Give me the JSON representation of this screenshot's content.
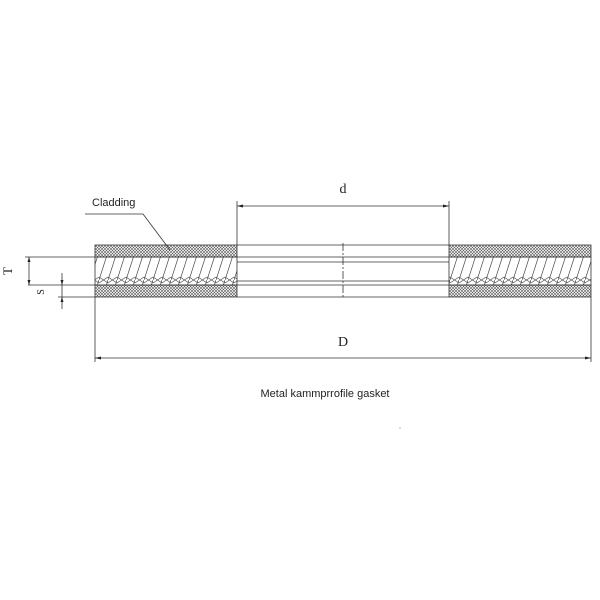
{
  "labels": {
    "cladding": "Cladding",
    "inner_diameter": "d",
    "outer_diameter": "D",
    "thickness": "T",
    "cladding_thickness": "S"
  },
  "caption": "Metal kammprrofile gasket"
}
